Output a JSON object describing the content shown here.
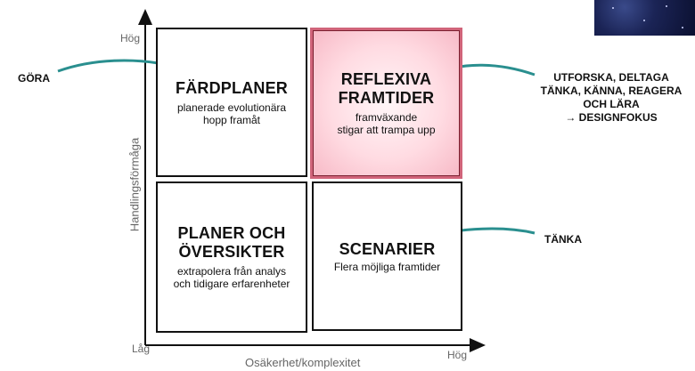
{
  "quadrants": {
    "top_left": {
      "title": "FÄRDPLANER",
      "sub": [
        "planerade evolutionära",
        "hopp framåt"
      ]
    },
    "top_right": {
      "title": [
        "REFLEXIVA",
        "FRAMTIDER"
      ],
      "sub": [
        "framväxande",
        "stigar att trampa upp"
      ]
    },
    "bottom_left": {
      "title": [
        "PLANER OCH",
        "ÖVERSIKTER"
      ],
      "sub": [
        "extrapolera från analys",
        "och tidigare erfarenheter"
      ]
    },
    "bottom_right": {
      "title": "SCENARIER",
      "sub": [
        "Flera möjliga framtider"
      ]
    }
  },
  "axes": {
    "y_label": "Handlingsförmåga",
    "x_label": "Osäkerhet/komplexitet",
    "y_high": "Hög",
    "x_high": "Hög",
    "low": "Låg"
  },
  "side_labels": {
    "left": "GÖRA",
    "right_top": [
      "UTFORSKA, DELTAGA",
      "TÄNKA, KÄNNA, REAGERA",
      "OCH LÄRA",
      "→ DESIGNFOKUS"
    ],
    "right_bottom": "TÄNKA"
  },
  "colors": {
    "arrow": "#2a8f8f",
    "highlight_border": "#d0647a",
    "highlight_fill": "#ffdbe2"
  }
}
